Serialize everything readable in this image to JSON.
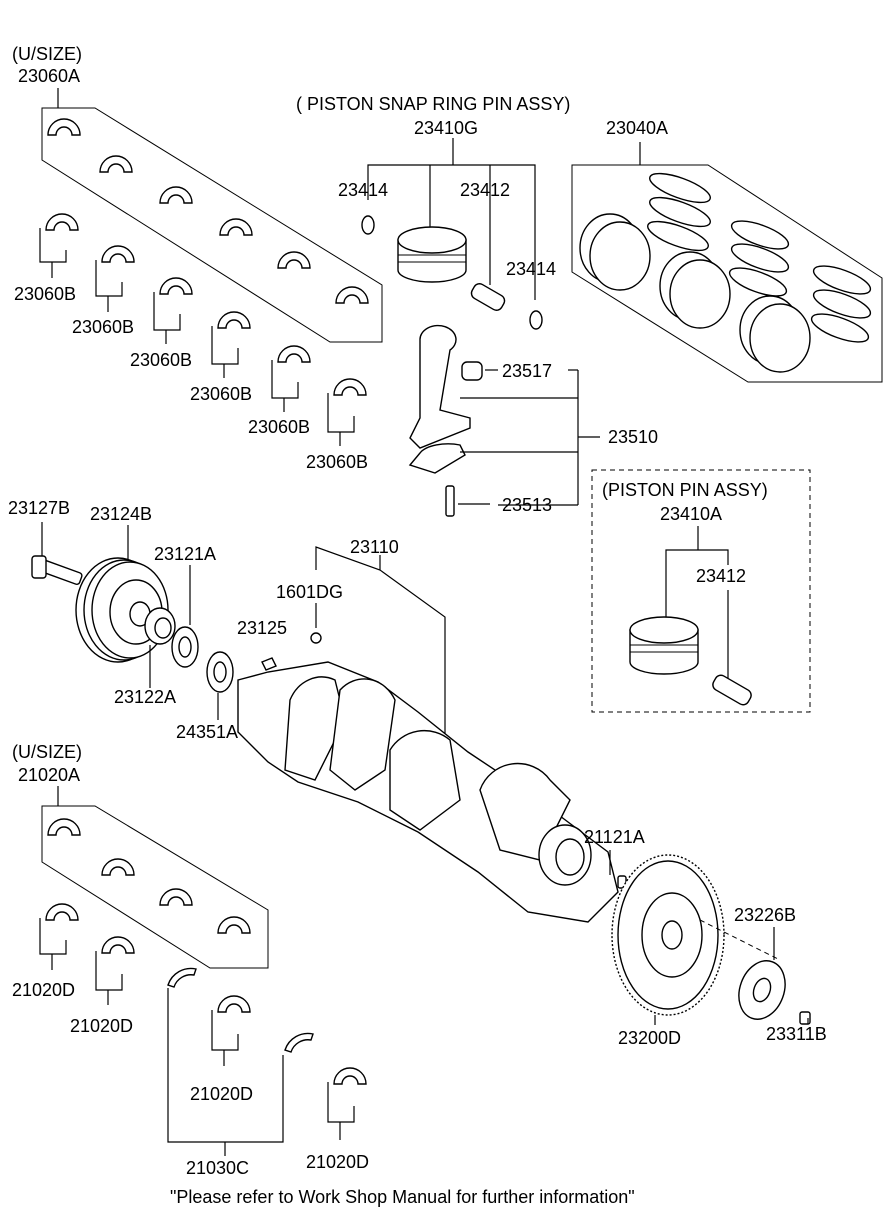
{
  "labels": {
    "usize_top": "(U/SIZE)",
    "p23060A": "23060A",
    "p23060B_1": "23060B",
    "p23060B_2": "23060B",
    "p23060B_3": "23060B",
    "p23060B_4": "23060B",
    "p23060B_5": "23060B",
    "p23060B_6": "23060B",
    "snap_ring_assy": "( PISTON  SNAP RING  PIN ASSY)",
    "p23410G": "23410G",
    "p23414_a": "23414",
    "p23412_a": "23412",
    "p23414_b": "23414",
    "p23040A": "23040A",
    "p23517": "23517",
    "p23510": "23510",
    "p23513": "23513",
    "pin_assy": "(PISTON  PIN ASSY)",
    "p23410A": "23410A",
    "p23412_b": "23412",
    "p23127B": "23127B",
    "p23124B": "23124B",
    "p23121A": "23121A",
    "p23110": "23110",
    "p1601DG": "1601DG",
    "p23125": "23125",
    "p23122A": "23122A",
    "p24351A": "24351A",
    "usize_bottom": "(U/SIZE)",
    "p21020A": "21020A",
    "p21121A": "21121A",
    "p23226B": "23226B",
    "p21020D_1": "21020D",
    "p21020D_2": "21020D",
    "p21020D_3": "21020D",
    "p21020D_4": "21020D",
    "p23200D": "23200D",
    "p23311B": "23311B",
    "p21030C": "21030C"
  },
  "footer_note": "\"Please refer to Work Shop Manual for further information\""
}
